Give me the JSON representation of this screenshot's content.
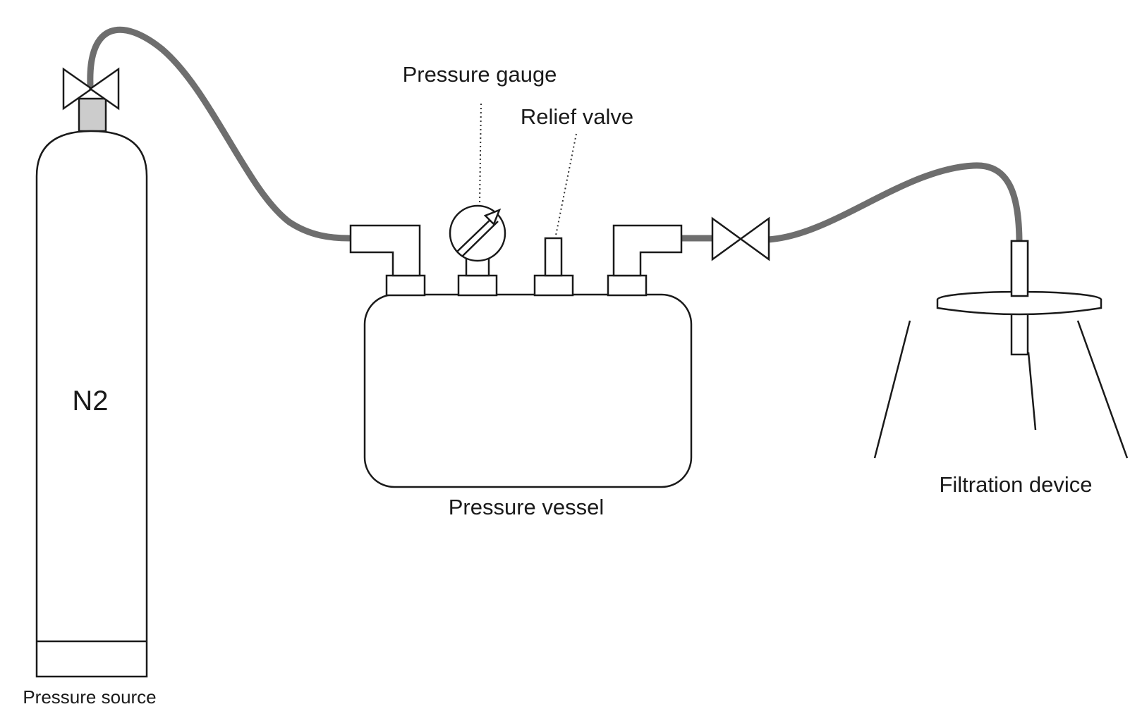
{
  "labels": {
    "cylinder_gas": "N2",
    "pressure_source": "Pressure source",
    "pressure_gauge": "Pressure gauge",
    "relief_valve": "Relief valve",
    "pressure_vessel": "Pressure vessel",
    "filtration_device": "Filtration device"
  },
  "colors": {
    "hose": "#6e6e6e",
    "outline": "#1a1a1a",
    "valve_stem": "#cccccc",
    "background": "#ffffff"
  }
}
